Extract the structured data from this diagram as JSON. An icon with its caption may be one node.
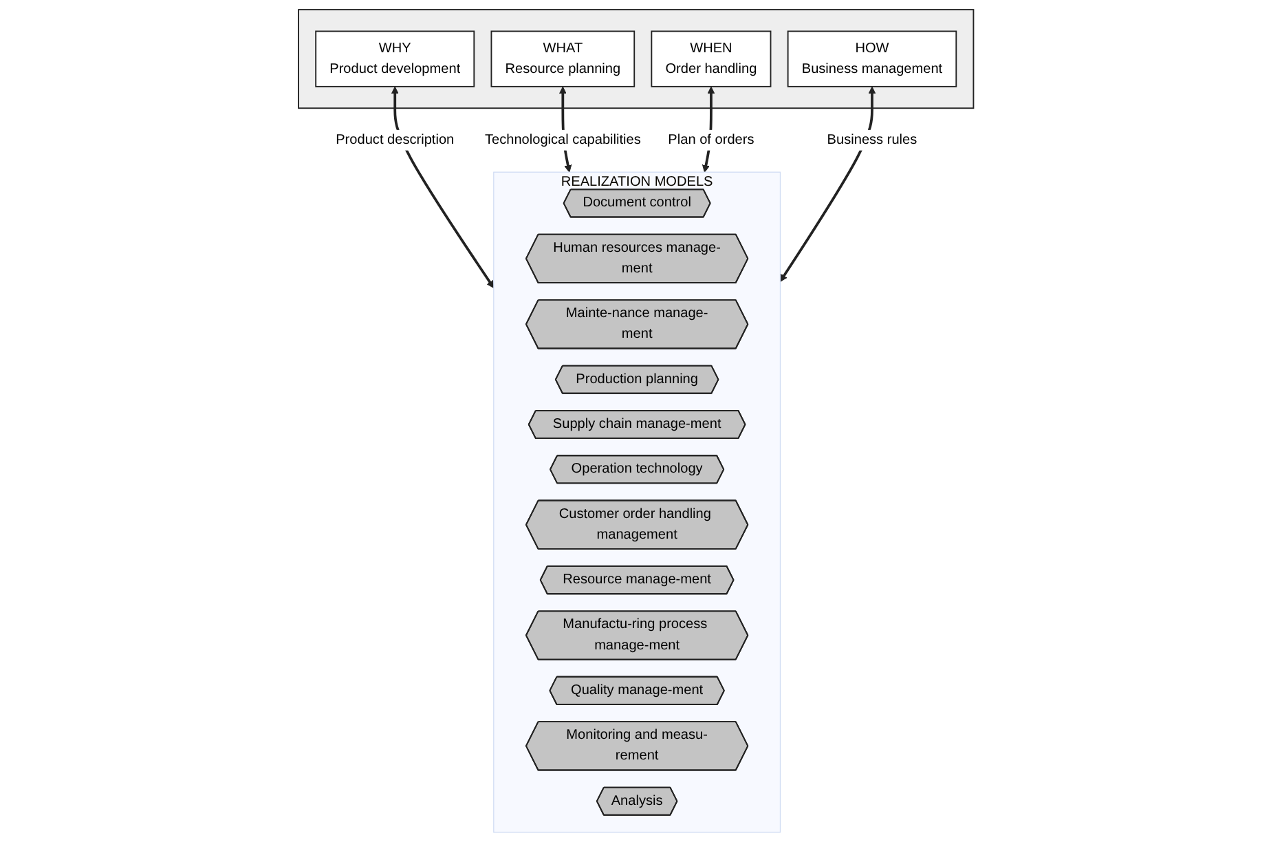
{
  "diagram": {
    "nodes": [
      {
        "text": [],
        "shape": "box"
      },
      {
        "text": [
          "WHY",
          "Product development"
        ],
        "in": 0
      },
      {
        "text": [
          "WHAT",
          "Resource planning"
        ],
        "in": 0
      },
      {
        "text": [
          "WHEN",
          "Order handling"
        ],
        "in": 0
      },
      {
        "text": [
          "HOW",
          "Business management"
        ],
        "in": 0
      },
      {
        "text": [
          "REALIZATION MODELS"
        ]
      },
      {
        "text": [
          "Document control"
        ],
        "in": 5
      },
      {
        "text": [
          "Human resources manage-ment"
        ],
        "in": 5
      },
      {
        "text": [
          "Mainte-nance manage-ment"
        ],
        "in": 5
      },
      {
        "text": [
          "Production planning"
        ],
        "in": 5
      },
      {
        "text": [
          "Supply chain manage-ment"
        ],
        "in": 5
      },
      {
        "text": [
          "Operation technology"
        ],
        "in": 5
      },
      {
        "text": [
          "Customer order handling management"
        ],
        "in": 5
      },
      {
        "text": [
          "Resource manage-ment"
        ],
        "in": 5
      },
      {
        "text": [
          "Manufactu-ring process manage-ment"
        ],
        "in": 5
      },
      {
        "text": [
          "Quality manage-ment"
        ],
        "in": 5
      },
      {
        "text": [
          "Monitoring and measu-rement"
        ],
        "in": 5
      },
      {
        "text": [
          "Analysis"
        ],
        "in": 5
      }
    ],
    "edges": [
      {
        "from": 1,
        "to": 5,
        "arrow": "both",
        "label": "Product description"
      },
      {
        "from": 2,
        "to": 5,
        "arrow": "both",
        "label": "Technological capabilities"
      },
      {
        "from": 3,
        "to": 5,
        "arrow": "both",
        "label": "Plan of orders"
      },
      {
        "from": 4,
        "to": 5,
        "arrow": "both",
        "label": "Business rules"
      }
    ]
  }
}
